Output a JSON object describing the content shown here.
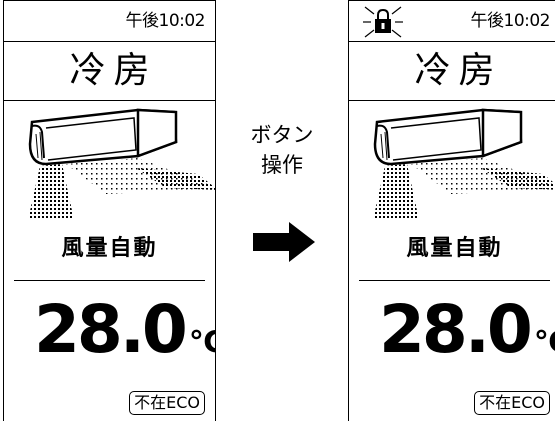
{
  "screens": [
    {
      "clock": "午後10:02",
      "show_lock": false,
      "mode": "冷房",
      "fan_speed": "風量自動",
      "temperature": "28.0",
      "temperature_unit": "℃",
      "eco_label": "不在ECO"
    },
    {
      "clock": "午後10:02",
      "show_lock": true,
      "mode": "冷房",
      "fan_speed": "風量自動",
      "temperature": "28.0",
      "temperature_unit": "℃",
      "eco_label": "不在ECO"
    }
  ],
  "transition": {
    "label_line1": "ボタン",
    "label_line2": "操作"
  },
  "icons": [
    "lock-icon",
    "air-conditioner-icon",
    "right-arrow-icon"
  ]
}
